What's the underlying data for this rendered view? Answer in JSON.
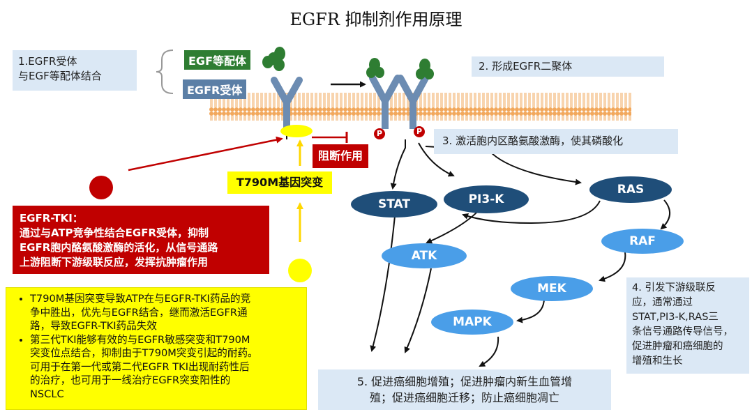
{
  "title": "EGFR 抑制剂作用原理",
  "boxes": {
    "step1": [
      "1.EGFR受体",
      "与EGF等配体结合"
    ],
    "step2": "2. 形成EGFR二聚体",
    "step3": "3. 激活胞内区酪氨酸激酶，使其磷酸化",
    "step4": [
      "4. 引发下游级联反",
      "应，通常通过",
      "STAT,PI3-K,RAS三",
      "条信号通路传导信号，",
      "促进肿瘤和癌细胞的",
      "增殖和生长"
    ],
    "step5": [
      "5. 促进癌细胞增殖；促进肿瘤内新生血管增",
      "殖；促进癌细胞迁移；防止癌细胞凋亡"
    ]
  },
  "labels": {
    "egf_ligand": "EGF等配体",
    "egfr_receptor": "EGFR受体",
    "block": "阻断作用",
    "mutation": "T790M基因突变",
    "phospho": "P"
  },
  "tki": {
    "heading": "EGFR-TKI：",
    "lines": [
      "通过与ATP竞争性结合EGFR受体，抑制",
      "EGFR胞内酪氨酸激酶的活化，从信号通路",
      "上游阻断下游级联反应，发挥抗肿瘤作用"
    ]
  },
  "notes": [
    [
      "T790M基因突变导致ATP在与EGFR-TKI药品的竞",
      "争中胜出，优先与EGFR结合，继而激活EGFR通",
      "路，导致EGFR-TKI药品失效"
    ],
    [
      "第三代TKI能够有效的与EGFR敏感突变和T790M",
      "突变位点结合，抑制由于T790M突变引起的耐药。",
      "可用于在第一代或第二代EGFR TKI出现耐药性后",
      "的治疗，也可用于一线治疗EGFR突变阳性的",
      "NSCLC"
    ]
  ],
  "nodes": {
    "stat": "STAT",
    "pi3k": "PI3-K",
    "ras": "RAS",
    "atk": "ATK",
    "raf": "RAF",
    "mek": "MEK",
    "mapk": "MAPK"
  },
  "colors": {
    "ligand_tag": "#2e7d32",
    "receptor_tag": "#5b7fa6",
    "receptor": "#6c8cb2",
    "membrane": "#f2a85c",
    "ligand": "#2e7d32",
    "dark_node": "#1f4e79",
    "light_node": "#4a9ee8",
    "red": "#c00000",
    "yellow": "#ffff00"
  }
}
